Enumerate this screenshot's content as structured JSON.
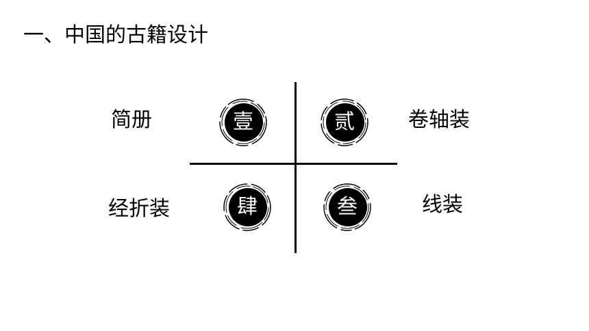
{
  "slide": {
    "title": "一、中国的古籍设计"
  },
  "quadrants": {
    "top_left": {
      "numeral": "壹",
      "label": "简册"
    },
    "top_right": {
      "numeral": "贰",
      "label": "卷轴装"
    },
    "bottom_left": {
      "numeral": "肆",
      "label": "经折装"
    },
    "bottom_right": {
      "numeral": "叁",
      "label": "线装"
    }
  },
  "colors": {
    "ink": "#000000",
    "background": "#ffffff",
    "numeral_text": "#ffffff"
  }
}
